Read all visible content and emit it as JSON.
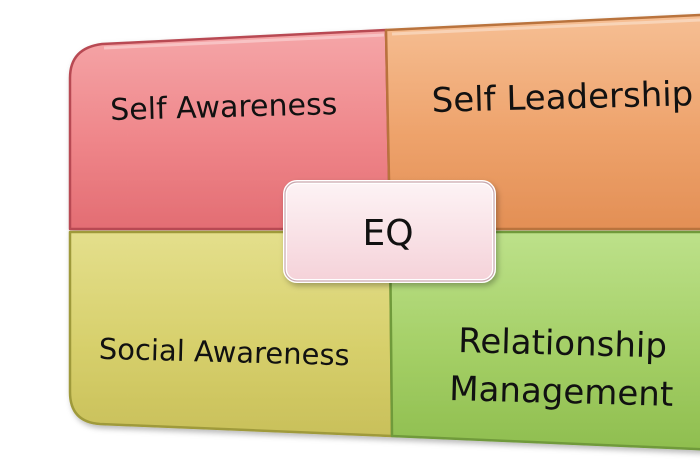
{
  "diagram": {
    "center": {
      "label": "EQ"
    },
    "quadrants": {
      "top_left": {
        "label": "Self Awareness",
        "color": "#f08a8e"
      },
      "top_right": {
        "label": "Self Leadership",
        "color": "#f2a872"
      },
      "bottom_left": {
        "label": "Social Awareness",
        "color": "#d8d270"
      },
      "bottom_right": {
        "label_line1": "Relationship",
        "label_line2": "Management",
        "color": "#a6d26a"
      }
    }
  }
}
